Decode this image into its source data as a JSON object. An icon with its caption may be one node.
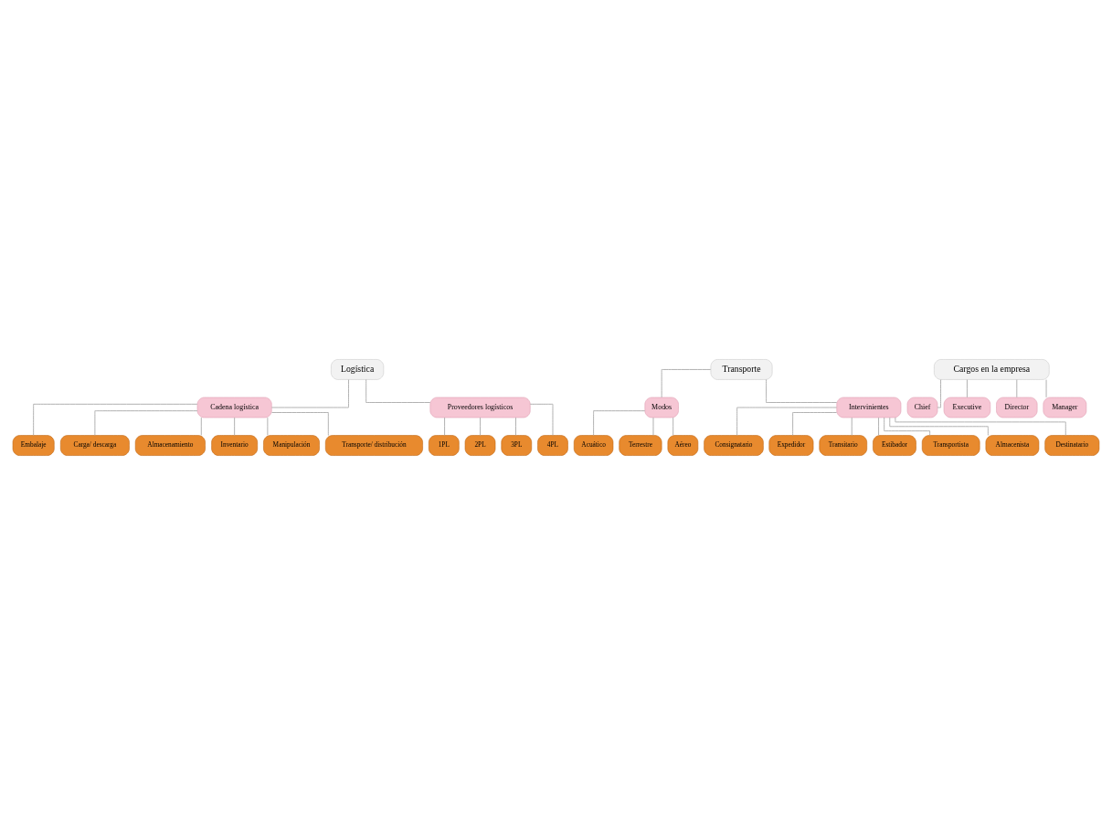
{
  "diagram": {
    "nodes": [
      {
        "text": [
          "Logística"
        ]
      },
      {
        "text": [
          "Cadena logística"
        ]
      },
      {
        "text": [
          "Proveedores logísticos"
        ]
      },
      {
        "text": [
          "Embalaje"
        ]
      },
      {
        "text": [
          "Carga/ descarga"
        ]
      },
      {
        "text": [
          "Almacenamiento"
        ]
      },
      {
        "text": [
          "Inventario"
        ]
      },
      {
        "text": [
          "Manipulación"
        ]
      },
      {
        "text": [
          "Transporte/ distribución"
        ]
      },
      {
        "text": [
          "1PL"
        ]
      },
      {
        "text": [
          "2PL"
        ]
      },
      {
        "text": [
          "3PL"
        ]
      },
      {
        "text": [
          "4PL"
        ]
      },
      {
        "text": [
          "Transporte"
        ]
      },
      {
        "text": [
          "Modos"
        ]
      },
      {
        "text": [
          "Intervinientes"
        ]
      },
      {
        "text": [
          "Acuático"
        ]
      },
      {
        "text": [
          "Terrestre"
        ]
      },
      {
        "text": [
          "Aéreo"
        ]
      },
      {
        "text": [
          "Consignatario"
        ]
      },
      {
        "text": [
          "Expedidor"
        ]
      },
      {
        "text": [
          "Transitario"
        ]
      },
      {
        "text": [
          "Estibador"
        ]
      },
      {
        "text": [
          "Transportista"
        ]
      },
      {
        "text": [
          "Almacenista"
        ]
      },
      {
        "text": [
          "Destinatario"
        ]
      },
      {
        "text": [
          "Cargos en la empresa"
        ]
      },
      {
        "text": [
          "Chief"
        ]
      },
      {
        "text": [
          "Executive"
        ]
      },
      {
        "text": [
          "Director"
        ]
      },
      {
        "text": [
          "Manager"
        ]
      }
    ],
    "edges": [
      {
        "from": 0,
        "to": 1,
        "arrow": "none"
      },
      {
        "from": 0,
        "to": 2,
        "arrow": "none"
      },
      {
        "from": 1,
        "to": 3,
        "arrow": "none"
      },
      {
        "from": 1,
        "to": 4,
        "arrow": "none"
      },
      {
        "from": 1,
        "to": 5,
        "arrow": "none"
      },
      {
        "from": 1,
        "to": 6,
        "arrow": "none"
      },
      {
        "from": 1,
        "to": 7,
        "arrow": "none"
      },
      {
        "from": 1,
        "to": 8,
        "arrow": "none"
      },
      {
        "from": 2,
        "to": 9,
        "arrow": "none"
      },
      {
        "from": 2,
        "to": 10,
        "arrow": "none"
      },
      {
        "from": 2,
        "to": 11,
        "arrow": "none"
      },
      {
        "from": 2,
        "to": 12,
        "arrow": "none"
      },
      {
        "from": 13,
        "to": 14,
        "arrow": "none"
      },
      {
        "from": 13,
        "to": 15,
        "arrow": "none"
      },
      {
        "from": 14,
        "to": 16,
        "arrow": "none"
      },
      {
        "from": 14,
        "to": 17,
        "arrow": "none"
      },
      {
        "from": 14,
        "to": 18,
        "arrow": "none"
      },
      {
        "from": 15,
        "to": 19,
        "arrow": "none"
      },
      {
        "from": 15,
        "to": 20,
        "arrow": "none"
      },
      {
        "from": 15,
        "to": 21,
        "arrow": "none"
      },
      {
        "from": 15,
        "to": 22,
        "arrow": "none"
      },
      {
        "from": 15,
        "to": 23,
        "arrow": "none"
      },
      {
        "from": 15,
        "to": 24,
        "arrow": "none"
      },
      {
        "from": 15,
        "to": 25,
        "arrow": "none"
      },
      {
        "from": 26,
        "to": 27,
        "arrow": "none"
      },
      {
        "from": 26,
        "to": 28,
        "arrow": "none"
      },
      {
        "from": 26,
        "to": 29,
        "arrow": "none"
      },
      {
        "from": 26,
        "to": 30,
        "arrow": "none"
      }
    ]
  }
}
